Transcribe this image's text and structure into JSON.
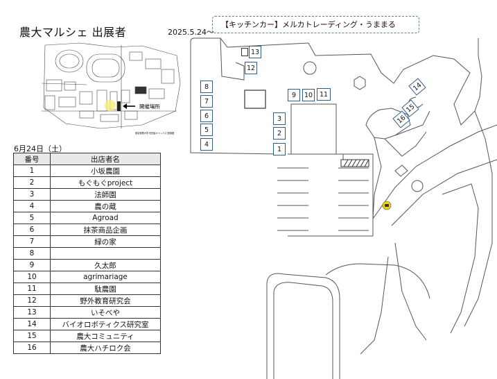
{
  "header": {
    "title": "農大マルシェ 出展者",
    "date": "2025.5.24～",
    "kitchen_car": "【キッチンカー】メルカトレーディング・うままる"
  },
  "mini_map": {
    "venue_label": "開催場所",
    "caption": "東京農業大学 世田谷キャンパス 配置図"
  },
  "table": {
    "day": "6月24日（土）",
    "headers": [
      "番号",
      "出店者名"
    ],
    "rows": [
      {
        "num": "1",
        "name": "小坂農園"
      },
      {
        "num": "2",
        "name": "もぐもぐproject"
      },
      {
        "num": "3",
        "name": "法師園"
      },
      {
        "num": "4",
        "name": "農の蔵"
      },
      {
        "num": "5",
        "name": "Agroad"
      },
      {
        "num": "6",
        "name": "抹茶商品企画"
      },
      {
        "num": "7",
        "name": "緑の家"
      },
      {
        "num": "8",
        "name": ""
      },
      {
        "num": "9",
        "name": "久太郎"
      },
      {
        "num": "10",
        "name": "agrimariage"
      },
      {
        "num": "11",
        "name": "駄農園"
      },
      {
        "num": "12",
        "name": "野外教育研究会"
      },
      {
        "num": "13",
        "name": "いそべや"
      },
      {
        "num": "14",
        "name": "バイオロボティクス研究室"
      },
      {
        "num": "15",
        "name": "農大コミュニティ"
      },
      {
        "num": "16",
        "name": "農大ハチロク会"
      }
    ]
  },
  "booths": [
    "1",
    "2",
    "3",
    "4",
    "5",
    "6",
    "7",
    "8",
    "9",
    "10",
    "11",
    "12",
    "13",
    "14",
    "15",
    "16"
  ],
  "colors": {
    "booth_border": "#2e5d8a",
    "kitchen_border": "#5b7fa6",
    "marker": "#f2d600"
  }
}
